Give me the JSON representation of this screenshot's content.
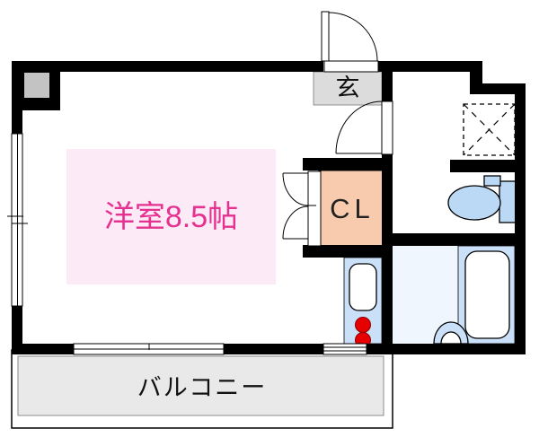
{
  "plan": {
    "labels": {
      "main_room": "洋室8.5帖",
      "entrance": "玄",
      "closet": "CL",
      "balcony": "バルコニー"
    },
    "colors": {
      "wall": "#000000",
      "pillar": "#c3c3c3",
      "genkan-floor": "#dcdcdc",
      "closet-fill": "#f8cbae",
      "room-bg": "#fcebf6",
      "room-text": "#e5318f",
      "water": "#c9e0f8",
      "water-pale": "#f0f6fd",
      "toilet-fill": "#bbd9f4",
      "burner-red": "#e60000",
      "balcony-fill": "#e9e9e9"
    },
    "fixtures": [
      "entrance-door",
      "interior-door",
      "closet-double-doors",
      "kitchen-sink",
      "stove-burners",
      "bathtub",
      "washbasin",
      "toilet",
      "shaft-dashed-x",
      "pillar",
      "balcony-sliding-windows",
      "left-wall-window"
    ]
  }
}
